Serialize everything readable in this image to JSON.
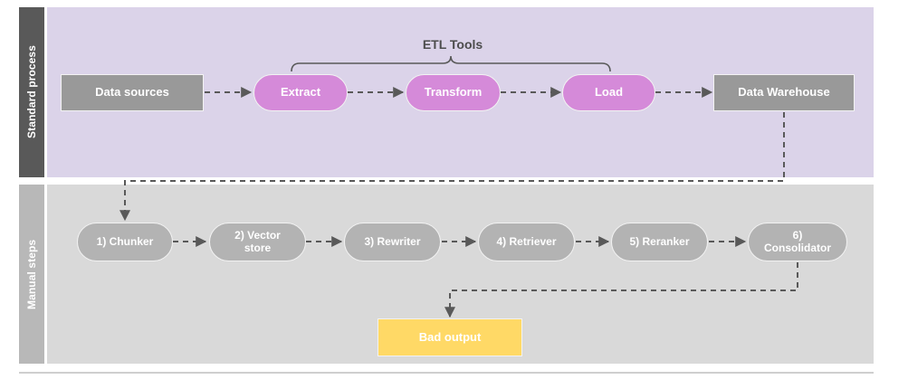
{
  "diagram": {
    "title_label": "ETL Tools",
    "lanes": [
      {
        "id": "standard",
        "label": "Standard process",
        "band_color": "#595959",
        "body_color": "#dbd3e9"
      },
      {
        "id": "manual",
        "label": "Manual steps",
        "band_color": "#b8b8b8",
        "body_color": "#d9d9d9"
      }
    ],
    "standard_process": {
      "nodes": [
        {
          "id": "data-sources",
          "label": "Data sources",
          "shape": "rect",
          "color": "#999999"
        },
        {
          "id": "extract",
          "label": "Extract",
          "shape": "pill",
          "color": "#d58ad9"
        },
        {
          "id": "transform",
          "label": "Transform",
          "shape": "pill",
          "color": "#d58ad9"
        },
        {
          "id": "load",
          "label": "Load",
          "shape": "pill",
          "color": "#d58ad9"
        },
        {
          "id": "data-warehouse",
          "label": "Data Warehouse",
          "shape": "rect",
          "color": "#999999"
        }
      ],
      "bracket": {
        "label": "ETL Tools",
        "spans": [
          "extract",
          "load"
        ]
      }
    },
    "manual_steps": {
      "nodes": [
        {
          "id": "chunker",
          "label": "1) Chunker",
          "shape": "pill",
          "color": "#b3b3b3"
        },
        {
          "id": "vector-store",
          "label": "2) Vector\nstore",
          "shape": "pill",
          "color": "#b3b3b3"
        },
        {
          "id": "rewriter",
          "label": "3) Rewriter",
          "shape": "pill",
          "color": "#b3b3b3"
        },
        {
          "id": "retriever",
          "label": "4) Retriever",
          "shape": "pill",
          "color": "#b3b3b3"
        },
        {
          "id": "reranker",
          "label": "5) Reranker",
          "shape": "pill",
          "color": "#b3b3b3"
        },
        {
          "id": "consolidator",
          "label": "6)\nConsolidator",
          "shape": "pill",
          "color": "#b3b3b3"
        }
      ],
      "output": {
        "id": "bad-output",
        "label": "Bad output",
        "shape": "rect",
        "color": "#ffd966"
      }
    },
    "edge_style": {
      "color": "#595959",
      "dash": "6,5",
      "width": 2
    }
  }
}
